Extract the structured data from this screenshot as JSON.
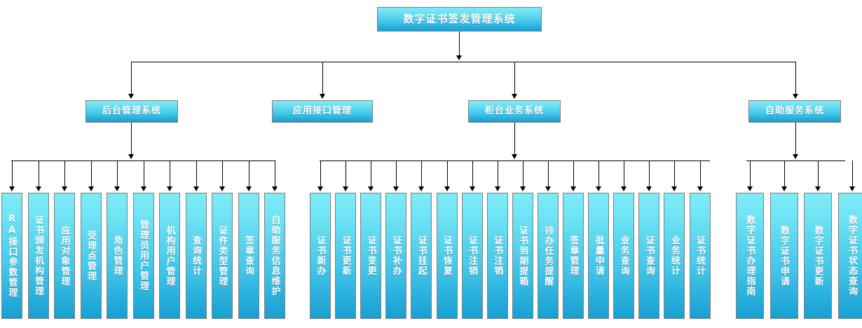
{
  "diagram": {
    "title": "数字证书签发管理系统",
    "type": "organization-tree",
    "colors": {
      "node_top": "#7FECF7",
      "node_bottom": "#169FD2",
      "node_border": "#808080",
      "node_text": "#FFFFFF",
      "connector": "#000000",
      "background": "#FFFFFF"
    }
  },
  "root": {
    "label": "数字证书签发管理系统"
  },
  "branches": [
    {
      "id": "backend",
      "label": "后台管理系统",
      "children": [
        {
          "label": "RA接口参数管理"
        },
        {
          "label": "证书颁发机构管理"
        },
        {
          "label": "应用对象管理"
        },
        {
          "label": "受理点管理"
        },
        {
          "label": "角色管理"
        },
        {
          "label": "管理员用户管理"
        },
        {
          "label": "机构用户管理"
        },
        {
          "label": "查询统计"
        },
        {
          "label": "证件类型管理"
        },
        {
          "label": "签章查询"
        },
        {
          "label": "自助服务信息维护"
        }
      ]
    },
    {
      "id": "api",
      "label": "应用接口管理",
      "children": []
    },
    {
      "id": "counter",
      "label": "柜台业务系统",
      "children": [
        {
          "label": "证书新办"
        },
        {
          "label": "证书更新"
        },
        {
          "label": "证书变更"
        },
        {
          "label": "证书补办"
        },
        {
          "label": "证书挂起"
        },
        {
          "label": "证书恢复"
        },
        {
          "label": "证书注销"
        },
        {
          "label": "证书注销"
        },
        {
          "label": "证书到期提箱"
        },
        {
          "label": "待办任务提醒"
        },
        {
          "label": "签章管理"
        },
        {
          "label": "批量申请"
        },
        {
          "label": "业务查询"
        },
        {
          "label": "证书查询"
        },
        {
          "label": "业务统计"
        },
        {
          "label": "证书统计"
        }
      ]
    },
    {
      "id": "selfservice",
      "label": "自助服务系统",
      "children": [
        {
          "label": "数字证书办理指南"
        },
        {
          "label": "数字证书申请"
        },
        {
          "label": "数字证书更新"
        },
        {
          "label": "数字证书状态查询"
        }
      ]
    }
  ]
}
